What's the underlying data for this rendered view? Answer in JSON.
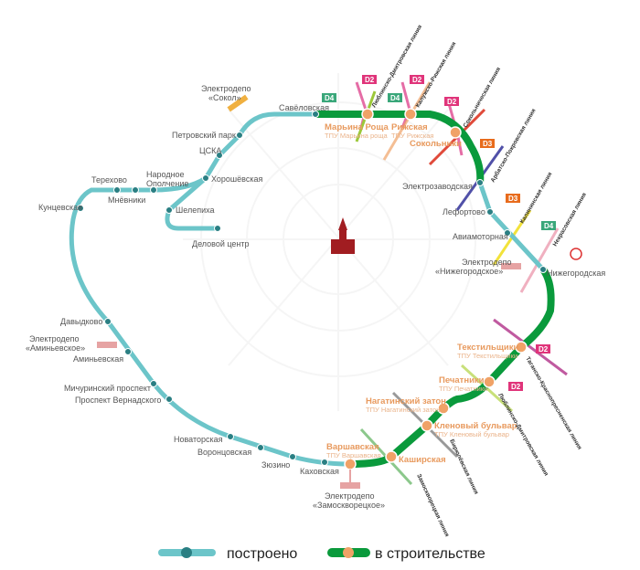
{
  "colors": {
    "built": "#6cc5c9",
    "construction": "#0a9a3c",
    "station_built": "#2a7f83",
    "station_new": "#f0a267",
    "d2": "#e0347a",
    "d3": "#e86b1c",
    "d4": "#3aa77a",
    "kremlin": "#a11d21",
    "depot": "#e6a3a3"
  },
  "built_stations": [
    "Савёловская",
    "Петровский парк",
    "ЦСКА",
    "Хорошёвская",
    "Шелепиха",
    "Деловой центр",
    "Народное Ополчение",
    "Мнёвники",
    "Терехово",
    "Кунцевская",
    "Давыдково",
    "Аминьевская",
    "Мичуринский проспект",
    "Проспект Вернадского",
    "Новаторская",
    "Воронцовская",
    "Зюзино",
    "Каховская",
    "Электрозаводская",
    "Лефортово",
    "Авиамоторная",
    "Нижегородская"
  ],
  "new_stations": [
    {
      "name": "Марьина Роща",
      "tpu": "ТПУ Марьина роща"
    },
    {
      "name": "Рижская",
      "tpu": "ТПУ Рижская"
    },
    {
      "name": "Сокольники",
      "tpu": ""
    },
    {
      "name": "Текстильщики",
      "tpu": "ТПУ Текстильщики"
    },
    {
      "name": "Печатники",
      "tpu": "ТПУ Печатники"
    },
    {
      "name": "Нагатинский затон",
      "tpu": "ТПУ Нагатинский затон"
    },
    {
      "name": "Кленовый бульвар",
      "tpu": "ТПУ Кленовый бульвар"
    },
    {
      "name": "Каширская",
      "tpu": ""
    },
    {
      "name": "Варшавская",
      "tpu": "ТПУ Варшавская"
    }
  ],
  "depots": {
    "sokol": "Электродепо «Сокол»",
    "aminyevskoe": "Электродепо «Аминьевское»",
    "nizhegorodskoe": "Электродепо «Нижегородское»",
    "zamoskvoretskoe": "Электродепо «Замоскворецкое»"
  },
  "lines": {
    "lyublinsko": "Люблинско-Дмитровская линия",
    "kaluzhsko": "Калужско-Рижская линия",
    "sokolnicheskaya": "Сокольническая линия",
    "arbatsko": "Арбатско-Покровская линия",
    "kalininskaya": "Калининская линия",
    "nekrasovskaya": "Некрасовская линия",
    "tagansko": "Таганско-Краснопресненская линия",
    "lyublinsko2": "Люблинско-Дмитровская линия",
    "biryulyovskaya": "Бирюлёвская линия",
    "zamoskvoretskaya": "Замоскворецкая линия"
  },
  "badges": {
    "d2": "D2",
    "d3": "D3",
    "d4": "D4"
  },
  "legend": {
    "built": "построено",
    "construction": "в строительстве"
  }
}
